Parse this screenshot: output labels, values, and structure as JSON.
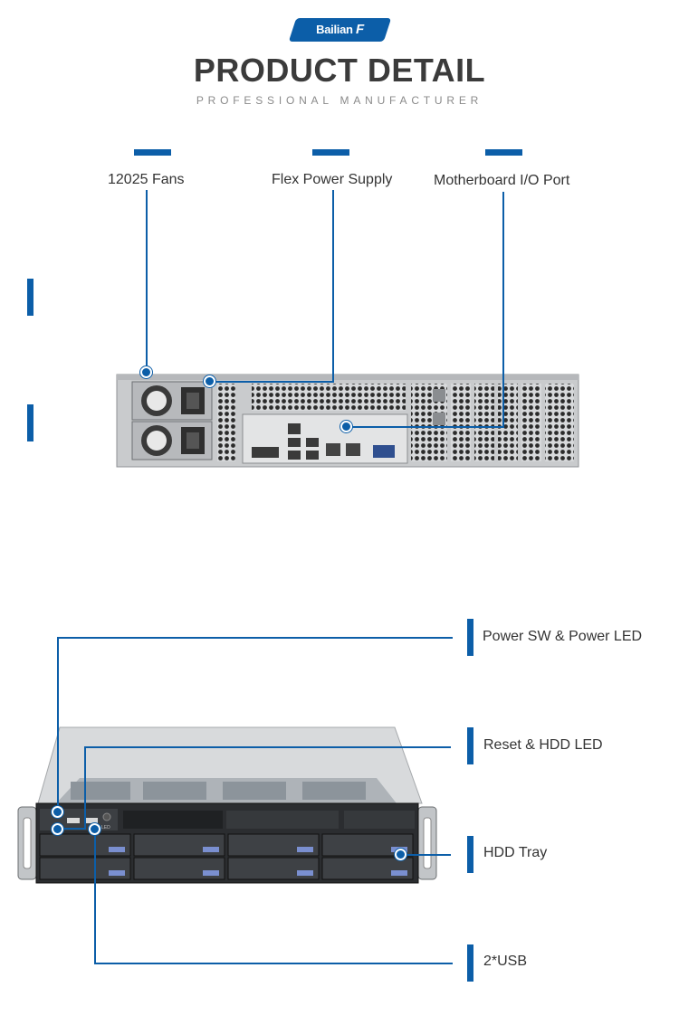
{
  "header": {
    "brand_name": "Bailian",
    "brand_mark": "F",
    "title": "PRODUCT DETAIL",
    "subtitle": "PROFESSIONAL MANUFACTURER"
  },
  "rear_view": {
    "callouts": [
      {
        "label": "12025 Fans"
      },
      {
        "label": "Flex Power Supply"
      },
      {
        "label": "Motherboard I/O Port"
      }
    ]
  },
  "front_view": {
    "callouts": [
      {
        "label": "Power SW & Power LED"
      },
      {
        "label": "Reset & HDD LED"
      },
      {
        "label": "HDD Tray"
      },
      {
        "label": "2*USB"
      }
    ],
    "led_text": "LED"
  },
  "colors": {
    "accent": "#0c5ea8",
    "title": "#3b3b3b",
    "chassis": "#c9cbcd"
  }
}
